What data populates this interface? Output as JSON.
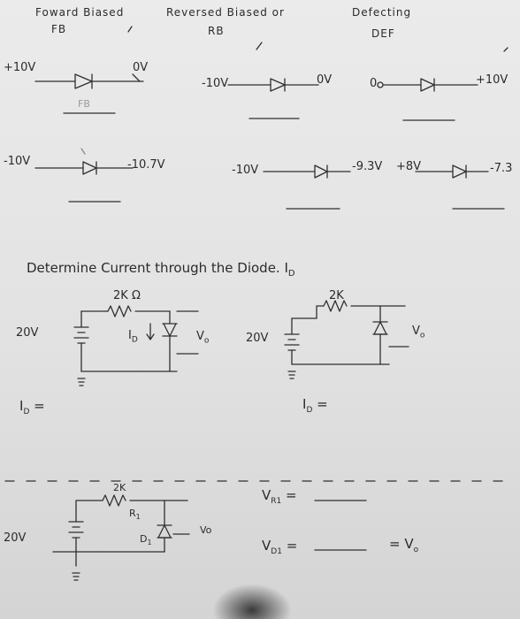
{
  "header": {
    "forward": "Foward Biased",
    "forward_abbr": "FB",
    "reverse": "Reversed Biased or",
    "reverse_abbr": "RB",
    "defective": "Defecting",
    "defective_abbr": "DEF"
  },
  "row1": {
    "fb_left": "+10V",
    "fb_right": "0V",
    "rb_left": "-10V",
    "rb_right": "0V",
    "def_left": "0",
    "def_right": "+10V",
    "fb_answer": "FB"
  },
  "row2": {
    "fb_left": "-10V",
    "fb_right": "-10.7V",
    "rb_left": "-10V",
    "rb_right": "-9.3V",
    "def_left": "+8V",
    "def_right": "-7.3"
  },
  "problem1": {
    "heading": "Determine Current through the Diode. I",
    "heading_sub": "D",
    "left": {
      "resistor": "2K",
      "unit": "Ω",
      "source": "20V",
      "current": "I",
      "current_sub": "D",
      "vout": "V",
      "vout_sub": "o",
      "result": "I",
      "result_sub": "D",
      "result_eq": "="
    },
    "right": {
      "resistor": "2K",
      "source": "20V",
      "vout": "V",
      "vout_sub": "o",
      "result": "I",
      "result_sub": "D",
      "result_eq": "="
    }
  },
  "problem2": {
    "resistor": "2K",
    "resistor_name": "R",
    "resistor_name_sub": "1",
    "source": "20V",
    "diode": "D",
    "diode_sub": "1",
    "vout": "Vo",
    "vr": "V",
    "vr_sub": "R1",
    "vr_eq": "=",
    "vd": "V",
    "vd_sub": "D1",
    "vd_eq": "=",
    "equals_vo": "= V",
    "equals_vo_sub": "o"
  }
}
